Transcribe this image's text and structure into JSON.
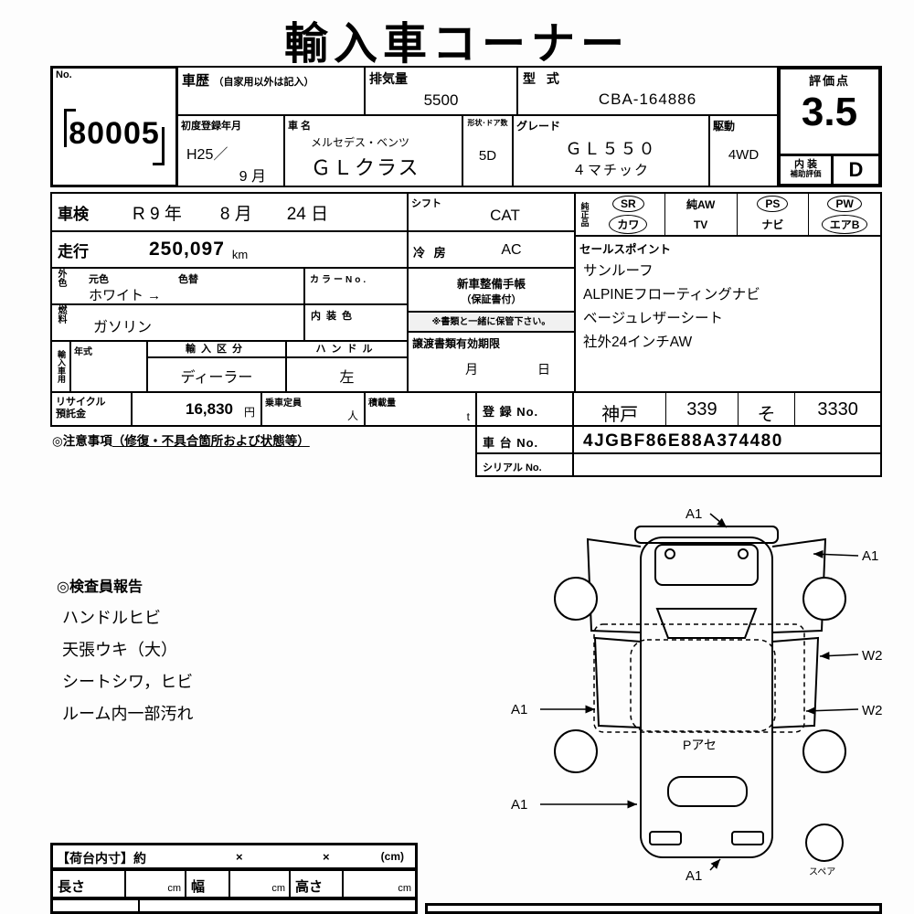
{
  "title": "輸入車コーナー",
  "header": {
    "no_label": "No.",
    "no_value": "80005",
    "history_label": "車歴",
    "history_note": "（自家用以外は記入）",
    "displacement_label": "排気量",
    "displacement_value": "5500",
    "model_code_label": "型 式",
    "model_code_value": "CBA-164886",
    "first_reg_label": "初度登録年月",
    "first_reg_line1": "H25／",
    "first_reg_line2": "9 月",
    "car_name_label": "車 名",
    "car_maker": "メルセデス・ベンツ",
    "car_name_value": "ＧＬクラス",
    "shape_label": "形状･ドア数",
    "shape_value": "5D",
    "grade_label": "グレード",
    "grade_line1": "ＧＬ５５０",
    "grade_line2": "４マチック",
    "drive_label": "駆動",
    "drive_value": "4WD"
  },
  "score": {
    "label": "評価点",
    "value": "3.5",
    "interior_label_line1": "内 装",
    "interior_label_line2": "補助評価",
    "interior_value": "D"
  },
  "details": {
    "shaken_label": "車検",
    "shaken_era_year": "R 9 年",
    "shaken_month": "8 月",
    "shaken_day": "24 日",
    "mileage_label": "走行",
    "mileage_value": "250,097",
    "mileage_unit": "km",
    "color_label": "外色",
    "color_orig_label": "元色",
    "color_change_label": "色替",
    "color_value": "ホワイト →",
    "color_no_label": "カラーNo.",
    "fuel_label": "燃料",
    "fuel_value": "ガソリン",
    "interior_color_label": "内装色",
    "import_label": "輸入車用",
    "year_label": "年式",
    "import_class_label": "輸入区分",
    "import_class_value": "ディーラー",
    "handle_label": "ハンドル",
    "handle_value": "左",
    "recycle_label_line1": "リサイクル",
    "recycle_label_line2": "預託金",
    "recycle_value": "16,830",
    "recycle_unit": "円",
    "capacity_label": "乗車定員",
    "capacity_unit": "人",
    "load_label": "積載量",
    "load_unit": "t",
    "notes_head": "◎注意事項",
    "notes_paren": "（修復・不具合箇所および状態等）"
  },
  "middle": {
    "shift_label": "シフト",
    "shift_value": "CAT",
    "ac_label": "冷 房",
    "ac_value": "AC",
    "service_book_line1": "新車整備手帳",
    "service_book_line2": "（保証書付）",
    "keep_note": "※書類と一緒に保管下さい。",
    "transfer_label": "譲渡書類有効期限",
    "transfer_month": "月",
    "transfer_day": "日"
  },
  "equipment": {
    "label": "純正品",
    "row1": [
      "SR",
      "純AW",
      "PS",
      "PW"
    ],
    "row2": [
      "カワ",
      "TV",
      "ナビ",
      "エアB"
    ]
  },
  "sales_points": {
    "label": "セールスポイント",
    "lines": [
      "サンルーフ",
      "ALPINEフローティングナビ",
      "ベージュレザーシート",
      "社外24インチAW"
    ]
  },
  "registration": {
    "reg_label": "登 録 No.",
    "reg_parts": [
      "神戸",
      "339",
      "そ",
      "3330"
    ],
    "chassis_label": "車 台 No.",
    "chassis_value": "4JGBF86E88A374480",
    "serial_label": "シリアル No."
  },
  "inspection": {
    "title": "◎検査員報告",
    "lines": [
      "ハンドルヒビ",
      "天張ウキ（大）",
      "シートシワ，ヒビ",
      "ルーム内一部汚れ"
    ]
  },
  "diagram": {
    "a1_top": "A1",
    "a1_top_right": "A1",
    "w2_upper": "W2",
    "w2_lower": "W2",
    "a1_left_mid": "A1",
    "a1_left_lower": "A1",
    "a1_bottom": "A1",
    "center_label": "Pアセ",
    "spare_label": "スペア"
  },
  "cargo": {
    "title": "【荷台内寸】約",
    "x1": "×",
    "x2": "×",
    "unit": "(cm)",
    "length_label": "長さ",
    "width_label": "幅",
    "height_label": "高さ",
    "unit_cm": "cm"
  }
}
